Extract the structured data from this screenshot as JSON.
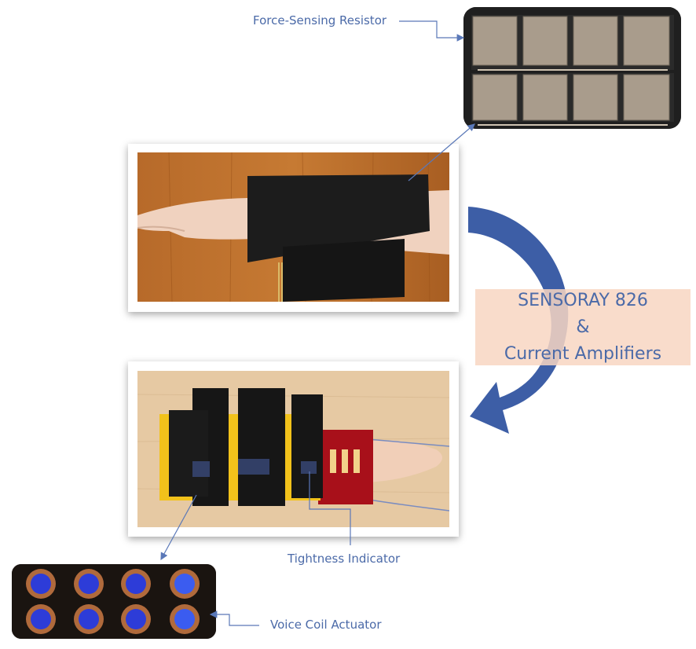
{
  "labels": {
    "fsr": "Force-Sensing Resistor",
    "tightness": "Tightness Indicator",
    "voice_coil": "Voice Coil Actuator"
  },
  "center_box": {
    "line1": "SENSORAY 826",
    "line2": "&",
    "line3": "Current Amplifiers"
  },
  "colors": {
    "label_text": "#4b6aa8",
    "flow_arrow": "#3d5ea6",
    "center_box_fill": "#f8d6c2"
  }
}
